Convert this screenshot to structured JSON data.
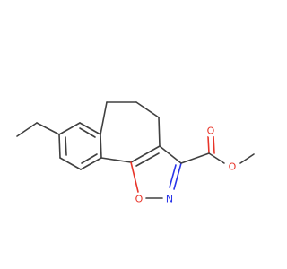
{
  "molecule": {
    "atoms": {
      "ring_oxygen": {
        "symbol": "O",
        "color": "#e8352a"
      },
      "ring_nitrogen": {
        "symbol": "N",
        "color": "#2a35e8"
      },
      "carbonyl_oxygen": {
        "symbol": "O",
        "color": "#e8352a"
      },
      "ester_oxygen": {
        "symbol": "O",
        "color": "#e8352a"
      }
    },
    "colors": {
      "carbon_bond": "#404040",
      "oxygen": "#e8352a",
      "nitrogen": "#2a35e8",
      "background": "#ffffff"
    }
  }
}
